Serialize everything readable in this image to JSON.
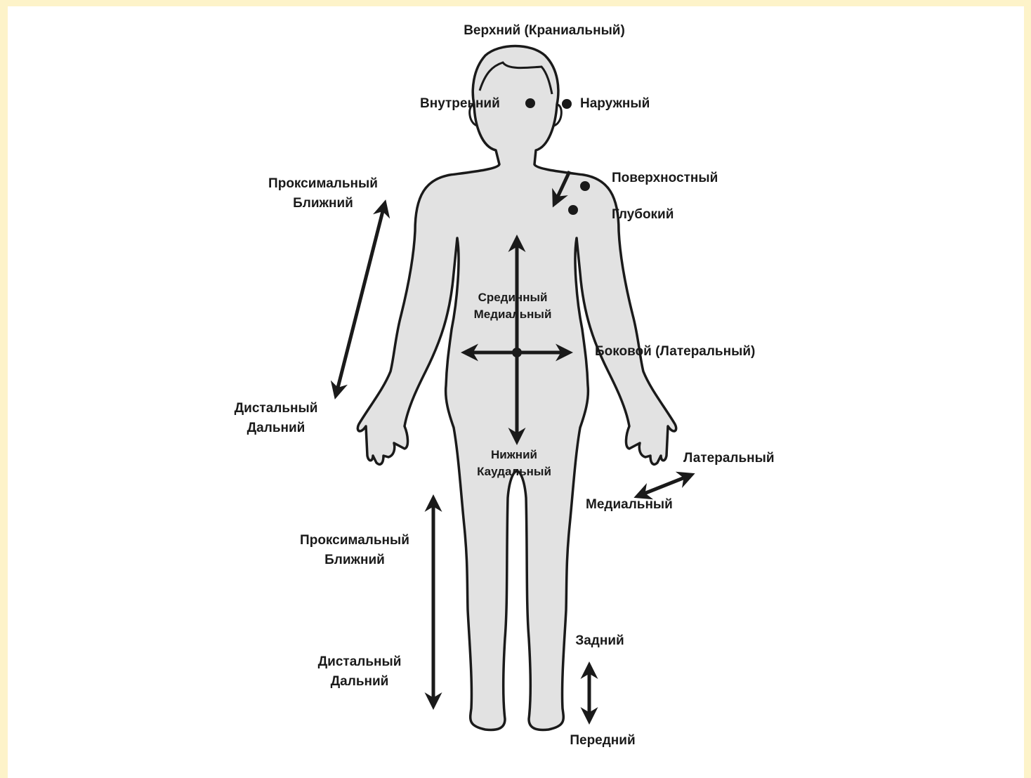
{
  "labels": {
    "superior": "Верхний (Краниальный)",
    "internal": "Внутренний",
    "external": "Наружный",
    "superficial": "Поверхностный",
    "deep": "Глубокий",
    "arm_proximal_1": "Проксимальный",
    "arm_proximal_2": "Ближний",
    "arm_distal_1": "Дистальный",
    "arm_distal_2": "Дальний",
    "median_1": "Срединный",
    "median_2": "Медиальный",
    "lateral_side": "Боковой (Латеральный)",
    "inferior_1": "Нижний",
    "inferior_2": "Каудальный",
    "hand_lateral": "Латеральный",
    "hand_medial": "Медиальный",
    "leg_proximal_1": "Проксимальный",
    "leg_proximal_2": "Ближний",
    "leg_distal_1": "Дистальный",
    "leg_distal_2": "Дальний",
    "posterior": "Задний",
    "anterior": "Передний"
  },
  "colors": {
    "background": "#fdf3c9",
    "panel": "#ffffff",
    "body_fill": "#e2e2e2",
    "ink": "#1a1a1a"
  }
}
